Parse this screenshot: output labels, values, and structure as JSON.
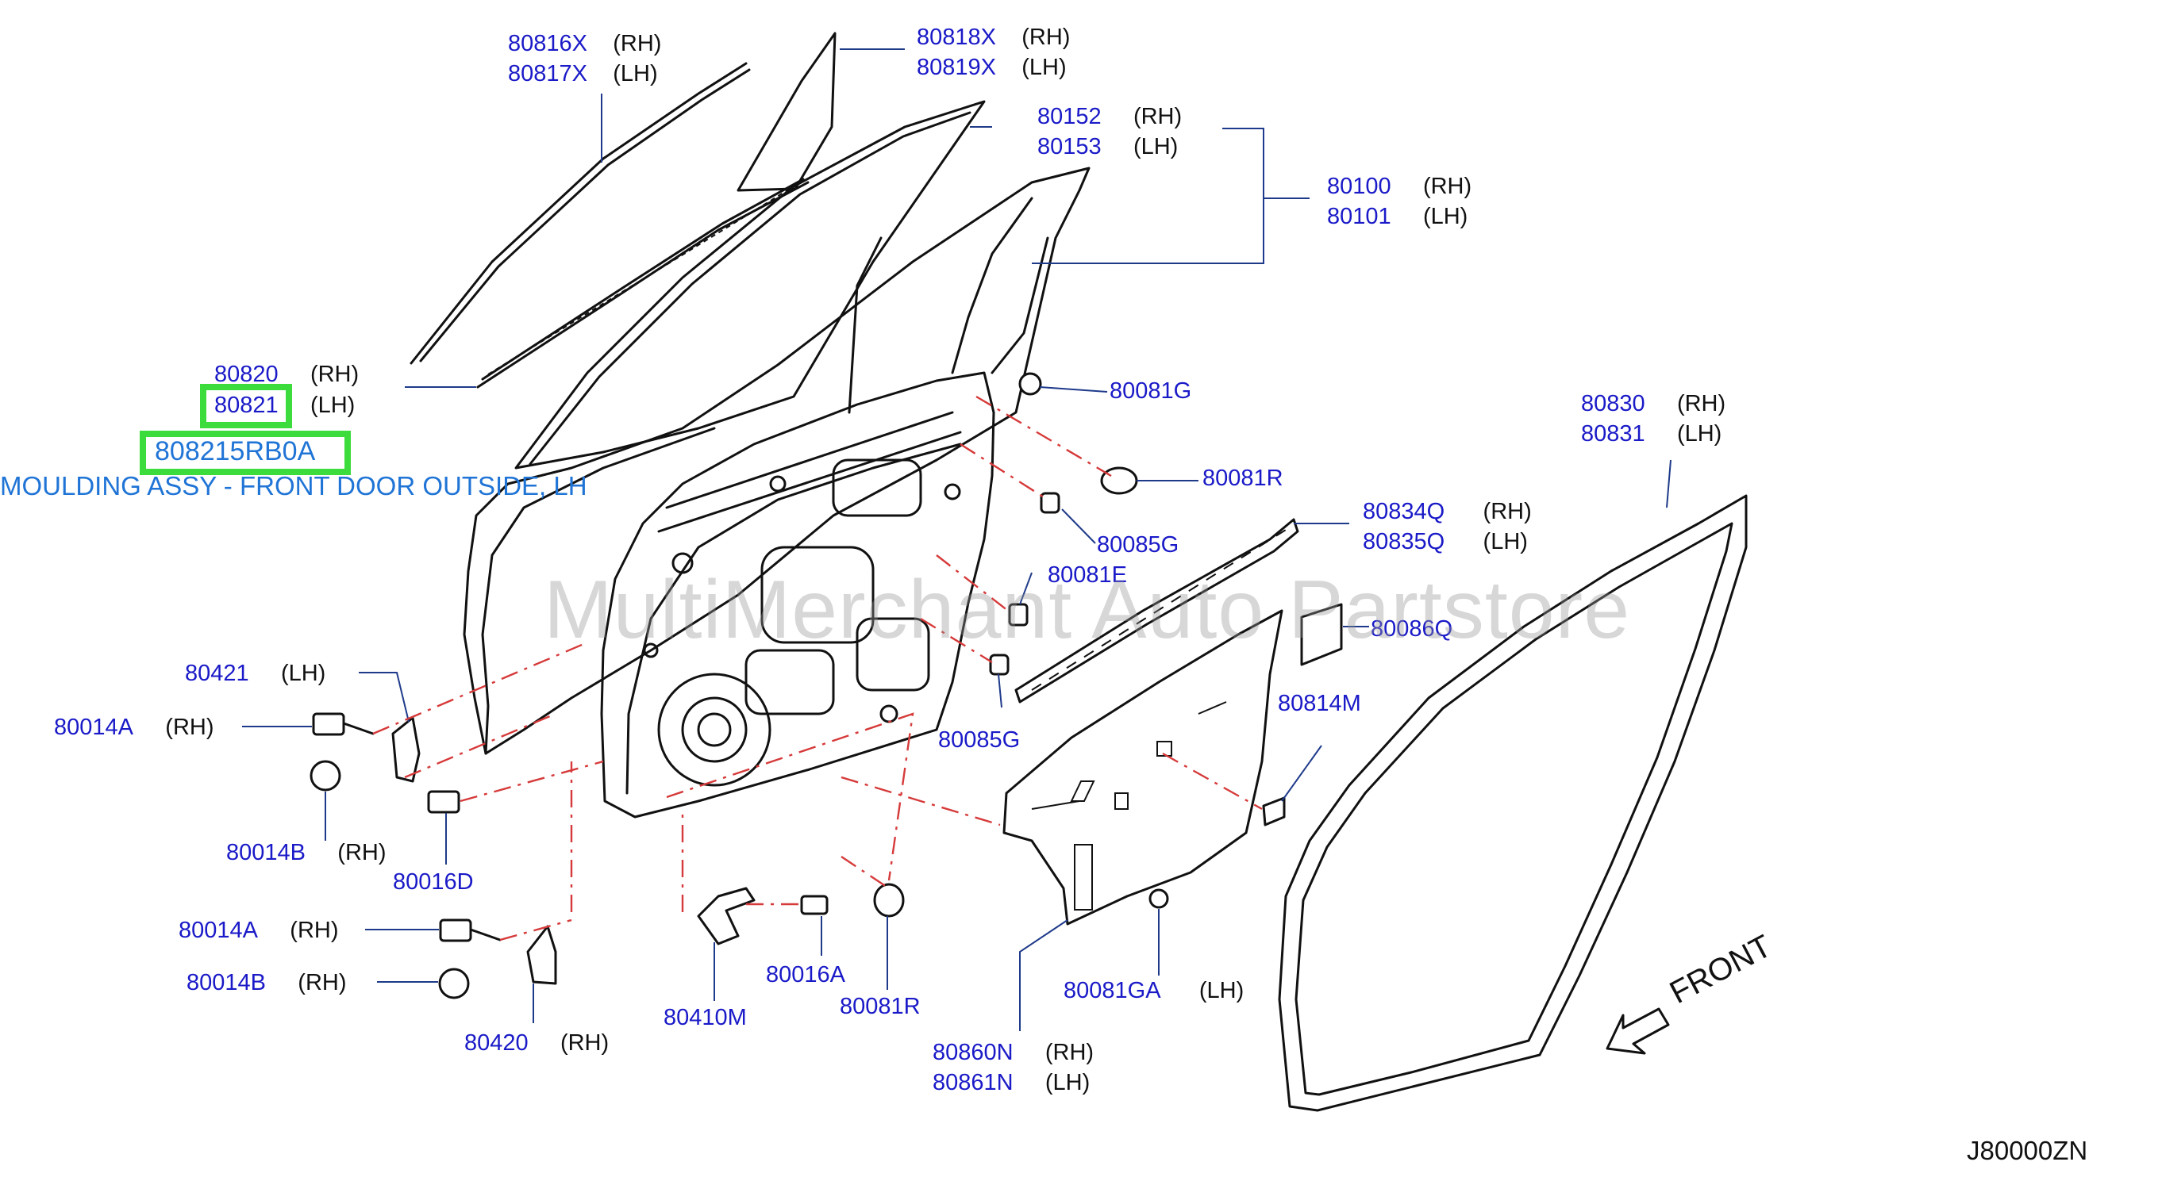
{
  "parts": [
    {
      "id": "p80816x",
      "number": "80816X",
      "side": "(RH)"
    },
    {
      "id": "p80817x",
      "number": "80817X",
      "side": "(LH)"
    },
    {
      "id": "p80818x",
      "number": "80818X",
      "side": "(RH)"
    },
    {
      "id": "p80819x",
      "number": "80819X",
      "side": "(LH)"
    },
    {
      "id": "p80152",
      "number": "80152",
      "side": "(RH)"
    },
    {
      "id": "p80153",
      "number": "80153",
      "side": "(LH)"
    },
    {
      "id": "p80100",
      "number": "80100",
      "side": "(RH)"
    },
    {
      "id": "p80101",
      "number": "80101",
      "side": "(LH)"
    },
    {
      "id": "p80820",
      "number": "80820",
      "side": "(RH)"
    },
    {
      "id": "p80821",
      "number": "80821",
      "side": "(LH)"
    },
    {
      "id": "p80081g",
      "number": "80081G",
      "side": ""
    },
    {
      "id": "p80081r_a",
      "number": "80081R",
      "side": ""
    },
    {
      "id": "p80085g_a",
      "number": "80085G",
      "side": ""
    },
    {
      "id": "p80081e",
      "number": "80081E",
      "side": ""
    },
    {
      "id": "p80834q",
      "number": "80834Q",
      "side": "(RH)"
    },
    {
      "id": "p80835q",
      "number": "80835Q",
      "side": "(LH)"
    },
    {
      "id": "p80086q",
      "number": "80086Q",
      "side": ""
    },
    {
      "id": "p80830",
      "number": "80830",
      "side": "(RH)"
    },
    {
      "id": "p80831",
      "number": "80831",
      "side": "(LH)"
    },
    {
      "id": "p80421",
      "number": "80421",
      "side": "(LH)"
    },
    {
      "id": "p80014a_a",
      "number": "80014A",
      "side": "(RH)"
    },
    {
      "id": "p80085g_b",
      "number": "80085G",
      "side": ""
    },
    {
      "id": "p80814m",
      "number": "80814M",
      "side": ""
    },
    {
      "id": "p80014b_a",
      "number": "80014B",
      "side": "(RH)"
    },
    {
      "id": "p80016d",
      "number": "80016D",
      "side": ""
    },
    {
      "id": "p80014a_b",
      "number": "80014A",
      "side": "(RH)"
    },
    {
      "id": "p80014b_b",
      "number": "80014B",
      "side": "(RH)"
    },
    {
      "id": "p80016a",
      "number": "80016A",
      "side": ""
    },
    {
      "id": "p80081r_b",
      "number": "80081R",
      "side": ""
    },
    {
      "id": "p80081ga",
      "number": "80081GA",
      "side": "(LH)"
    },
    {
      "id": "p80420",
      "number": "80420",
      "side": "(RH)"
    },
    {
      "id": "p80410m",
      "number": "80410M",
      "side": ""
    },
    {
      "id": "p80860n",
      "number": "80860N",
      "side": "(RH)"
    },
    {
      "id": "p80861n",
      "number": "80861N",
      "side": "(LH)"
    }
  ],
  "highlight": {
    "part_number": "808215RB0A",
    "description": "MOULDING ASSY - FRONT DOOR OUTSIDE, LH"
  },
  "watermark": "MultiMerchant Auto Partstore",
  "front_label": "FRONT",
  "diagram_code": "J80000ZN",
  "colors": {
    "part_number": "#1a1ac8",
    "highlight_border": "#3ddc3d",
    "description": "#1f74d6",
    "leader": "#1e3a8a",
    "phantom_line": "#d63a3a"
  }
}
